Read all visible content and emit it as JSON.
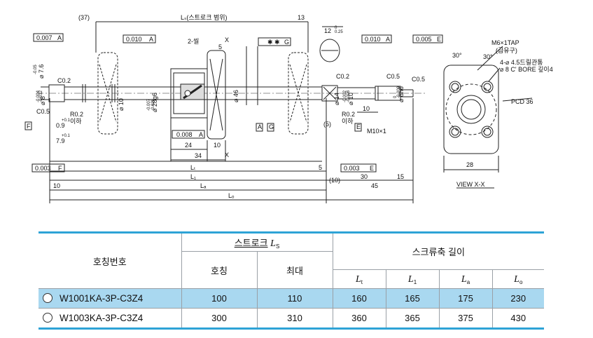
{
  "drawing": {
    "dims": {
      "d37": "(37)",
      "ls_label": "Lₛ(스트로크 범위)",
      "d13": "13",
      "d12": "12",
      "d12_tol_up": "0",
      "d12_tol_dn": "0.25",
      "runout1": "0.007",
      "runout1_ref": "A",
      "runout2": "0.010",
      "runout2_ref": "A",
      "runout3": "0.010",
      "runout3_ref": "A",
      "runout4": "0.005",
      "runout4_ref": "E",
      "parallel_ref": "G",
      "parallel_val": "✱ ✱",
      "seal": "2-씰",
      "xmark": "X",
      "d5": "5",
      "phi76": "⌀ 7.6",
      "phi76_tol": "-0.05",
      "phi8": "⌀ 8",
      "phi8_tol1": "-0.004",
      "phi8_tol2": "-0.012",
      "c02a": "C0.2",
      "c05a": "C0.5",
      "r02a": "R0.2",
      "r02a_sub": "이하",
      "d09": "0.9",
      "d09_tol": "+0.1",
      "d79": "7.9",
      "d79_tol": "+0.1",
      "f_ref": "F",
      "phi10": "⌀ 10",
      "phi28": "⌀ 28g6",
      "phi28_tol1": "-0.007",
      "phi28_tol2": "-0.020",
      "phi46": "⌀ 46",
      "a_ref": "A",
      "g_ref": "G",
      "perp1": "0.008",
      "perp1_ref": "A",
      "d24": "24",
      "d10": "10",
      "d34": "34",
      "perp2": "0.003",
      "perp2_ref": "F",
      "perp3": "0.003",
      "perp3_ref": "E",
      "c02b": "C0.2",
      "phi14": "⌀ 14",
      "phi10b": "⌀ 10",
      "phi10b_tol1": "-0.002",
      "phi10b_tol2": "-0.008",
      "r02b": "R0.2",
      "r02b_sub": "이하",
      "e_ref": "E",
      "d5p": "(5)",
      "c05b": "C0.5",
      "c05c": "C0.5",
      "phi8b": "⌀ 8h6",
      "phi8b_tol1": "0",
      "phi8b_tol2": "-0.009",
      "m10": "M10×1",
      "d10b": "10",
      "lt": "Lₜ",
      "l1": "L₁",
      "la": "Lₐ",
      "lo": "Lₒ",
      "d5b": "5",
      "d10c": "10",
      "d10p": "(10)",
      "d30": "30",
      "d15": "15",
      "d45": "45"
    },
    "view": {
      "tap": "M6×1TAP",
      "tap_sub": "(급유구)",
      "a30a": "30°",
      "a30b": "30°",
      "drill1": "4-⌀ 4.5드릴관통",
      "drill2": "⌀ 8 C' BORE 깊이4",
      "pcd": "PCD 36",
      "w28": "28",
      "title": "VIEW X-X"
    }
  },
  "table": {
    "col_model": "호칭번호",
    "col_stroke": "스트로크",
    "col_stroke_sym": "L",
    "col_stroke_sub": "S",
    "col_screw": "스크류축 길이",
    "col_nominal": "호칭",
    "col_max": "최대",
    "len_headers": [
      {
        "sym": "L",
        "sub": "t"
      },
      {
        "sym": "L",
        "sub": "1"
      },
      {
        "sym": "L",
        "sub": "a"
      },
      {
        "sym": "L",
        "sub": "o"
      }
    ],
    "rows": [
      {
        "model": "W1001KA-3P-C3Z4",
        "nominal": "100",
        "max": "110",
        "lt": "160",
        "l1": "165",
        "la": "175",
        "lo": "230",
        "highlight": true
      },
      {
        "model": "W1003KA-3P-C3Z4",
        "nominal": "300",
        "max": "310",
        "lt": "360",
        "l1": "365",
        "la": "375",
        "lo": "430",
        "highlight": false
      }
    ],
    "accent_color": "#2ea3d6",
    "highlight_color": "#a9d8f0"
  }
}
